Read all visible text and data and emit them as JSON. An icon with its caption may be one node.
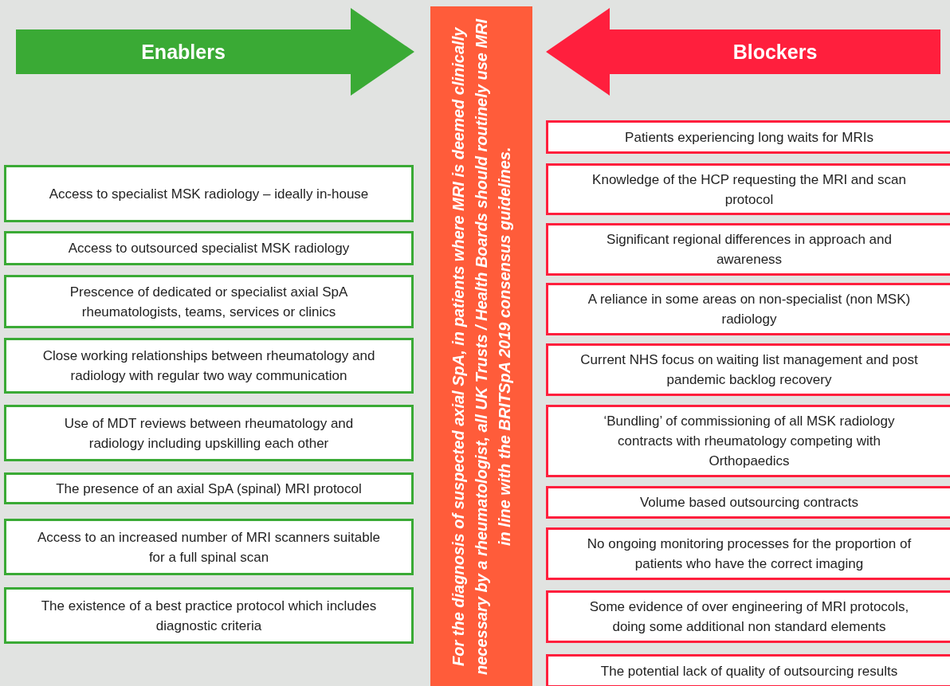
{
  "diagram": {
    "nodes": [
      {
        "text": [
          "Enablers"
        ]
      },
      {
        "text": [
          "For the diagnosis of suspected axial SpA, in patients where MRI is deemed clinically necessary by a rheumatologist, all UK Trusts / Health Boards should routinely use MRI in line with the BRITSpA 2019 consensus guidelines."
        ]
      },
      {
        "text": [
          "Blockers"
        ]
      },
      {
        "text": [
          "Access to specialist MSK radiology – ideally in-house"
        ]
      },
      {
        "text": [
          "Access to outsourced specialist MSK radiology"
        ]
      },
      {
        "text": [
          "Prescence of dedicated or specialist axial SpA rheumatologists, teams, services or clinics"
        ]
      },
      {
        "text": [
          "Close working relationships between rheumatology and radiology with regular two way communication"
        ]
      },
      {
        "text": [
          "Use of MDT reviews between rheumatology and radiology including upskilling each other"
        ]
      },
      {
        "text": [
          "The presence of an axial SpA (spinal) MRI protocol"
        ]
      },
      {
        "text": [
          "Access to an increased number of MRI scanners suitable for a full spinal scan"
        ]
      },
      {
        "text": [
          "The existence of a best practice protocol which includes diagnostic criteria"
        ]
      },
      {
        "text": [
          "Patients experiencing long waits for MRIs"
        ]
      },
      {
        "text": [
          "Knowledge of the HCP requesting the MRI and scan protocol"
        ]
      },
      {
        "text": [
          "Significant regional differences in approach and awareness"
        ]
      },
      {
        "text": [
          "A reliance in some areas on non-specialist (non MSK) radiology"
        ]
      },
      {
        "text": [
          "Current NHS focus on waiting list management and post pandemic backlog recovery"
        ]
      },
      {
        "text": [
          "‘Bundling’ of commissioning of all MSK radiology contracts with rheumatology competing with Orthopaedics"
        ]
      },
      {
        "text": [
          "Volume based outsourcing contracts"
        ]
      },
      {
        "text": [
          "No ongoing monitoring processes for the proportion of patients who have the correct imaging"
        ]
      },
      {
        "text": [
          "Some evidence of over engineering of MRI protocols, doing some additional non standard elements"
        ]
      },
      {
        "text": [
          "The potential lack of quality of outsourcing results"
        ]
      }
    ]
  }
}
